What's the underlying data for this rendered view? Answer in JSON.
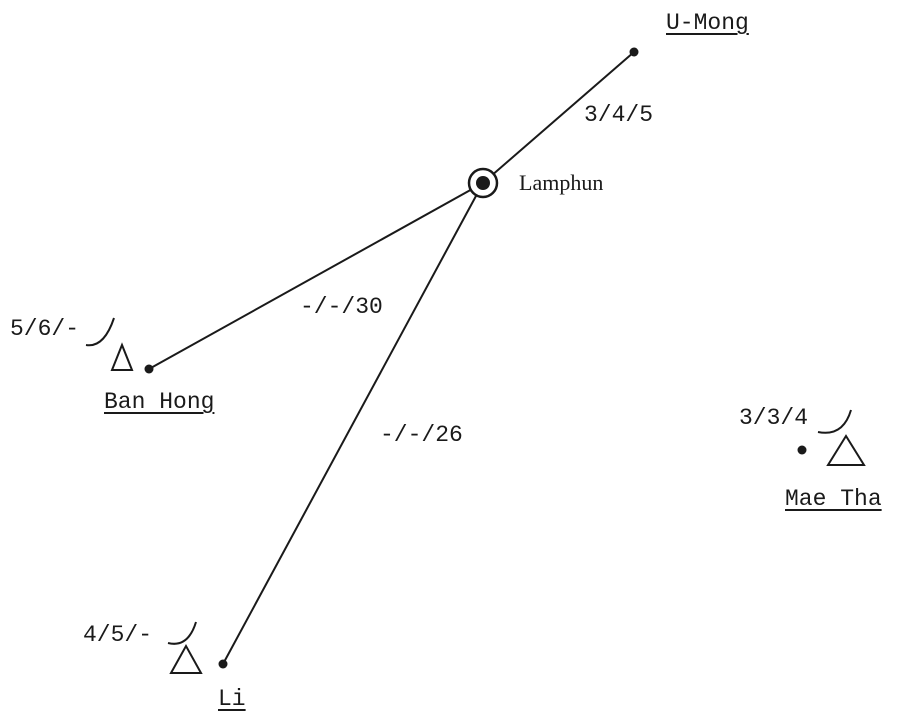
{
  "towns": {
    "u_mong": {
      "name": "U-Mong"
    },
    "lamphun": {
      "name": "Lamphun"
    },
    "ban_hong": {
      "name": "Ban Hong",
      "note": "5/6/-"
    },
    "mae_tha": {
      "name": "Mae Tha",
      "note": "3/3/4"
    },
    "li": {
      "name": "Li",
      "note": "4/5/-"
    }
  },
  "routes": {
    "lamphun_u_mong": {
      "label": "3/4/5"
    },
    "lamphun_ban_hong": {
      "label": "-/-/30"
    },
    "lamphun_li": {
      "label": "-/-/26"
    }
  },
  "colors": {
    "ink": "#1a1a1a",
    "background": "#ffffff"
  }
}
